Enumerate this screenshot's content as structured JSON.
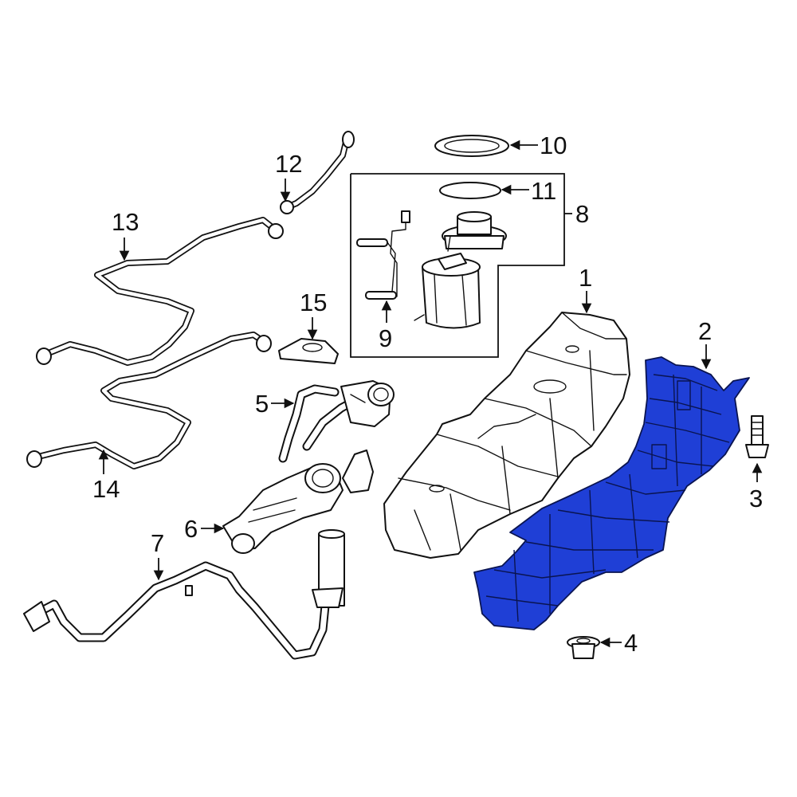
{
  "callouts": [
    {
      "id": "1",
      "label": "1"
    },
    {
      "id": "2",
      "label": "2"
    },
    {
      "id": "3",
      "label": "3"
    },
    {
      "id": "4",
      "label": "4"
    },
    {
      "id": "5",
      "label": "5"
    },
    {
      "id": "6",
      "label": "6"
    },
    {
      "id": "7",
      "label": "7"
    },
    {
      "id": "8",
      "label": "8"
    },
    {
      "id": "9",
      "label": "9"
    },
    {
      "id": "10",
      "label": "10"
    },
    {
      "id": "11",
      "label": "11"
    },
    {
      "id": "12",
      "label": "12"
    },
    {
      "id": "13",
      "label": "13"
    },
    {
      "id": "14",
      "label": "14"
    },
    {
      "id": "15",
      "label": "15"
    }
  ],
  "colors": {
    "highlight_part": "#1f3fd6",
    "line_art": "#111111",
    "background": "#ffffff"
  },
  "highlighted_callout": "2"
}
